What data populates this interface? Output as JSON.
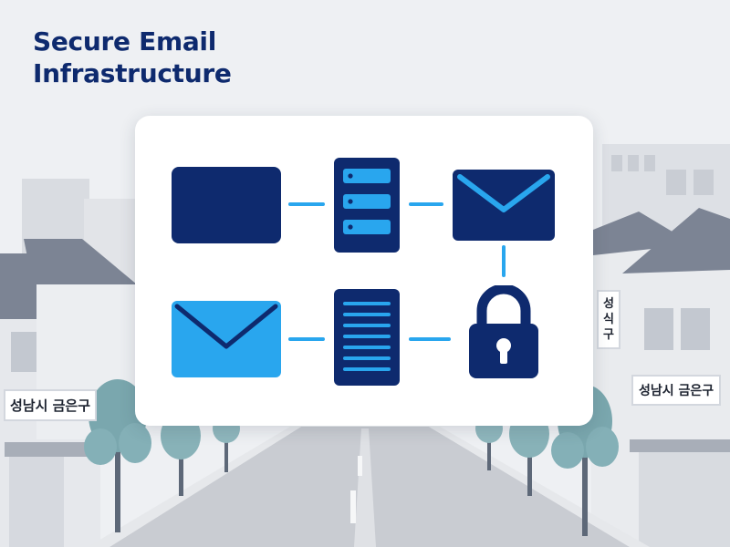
{
  "title": {
    "line1": "Secure Email",
    "line2": "Infrastructure"
  },
  "signs": {
    "left": "성남시 금은구",
    "right": "성남시 금은구",
    "vertical": "성식구"
  },
  "nodes": [
    {
      "id": "client",
      "icon": "window-icon"
    },
    {
      "id": "server-1",
      "icon": "server-icon"
    },
    {
      "id": "mail-out",
      "icon": "envelope-icon"
    },
    {
      "id": "mail-in",
      "icon": "envelope-icon"
    },
    {
      "id": "server-2",
      "icon": "document-icon"
    },
    {
      "id": "security",
      "icon": "lock-icon"
    }
  ],
  "colors": {
    "navy": "#0e2a6e",
    "accent": "#1e9ae6",
    "light_blue": "#29a6ee",
    "card": "#ffffff",
    "background": "#eef0f3"
  }
}
